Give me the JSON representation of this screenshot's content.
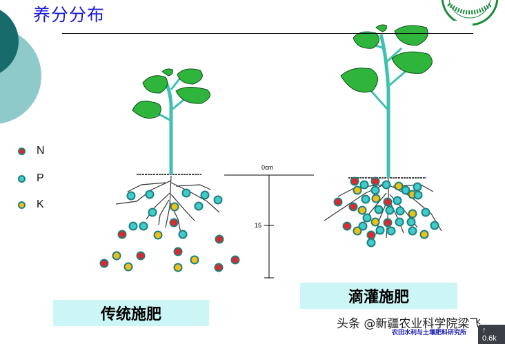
{
  "title": "养分分布",
  "legend": [
    {
      "label": "N",
      "color": "#e3262b"
    },
    {
      "label": "P",
      "color": "#40cccc"
    },
    {
      "label": "K",
      "color": "#f2c015"
    }
  ],
  "scale": {
    "top_label": "0cm",
    "mid_label": "15"
  },
  "labels": {
    "traditional": "传统施肥",
    "drip": "滴灌施肥"
  },
  "watermark": "头条 @新疆农业科学院梁飞",
  "footer": "农田水利与土壤肥料研究所",
  "speed_indicator": "↑ 0.6k",
  "colors": {
    "stroke": "#1d7f7f",
    "plant_leaf": "#2fb53c",
    "stem": "#3fc0b0",
    "teal_deco": "#176b6b"
  }
}
